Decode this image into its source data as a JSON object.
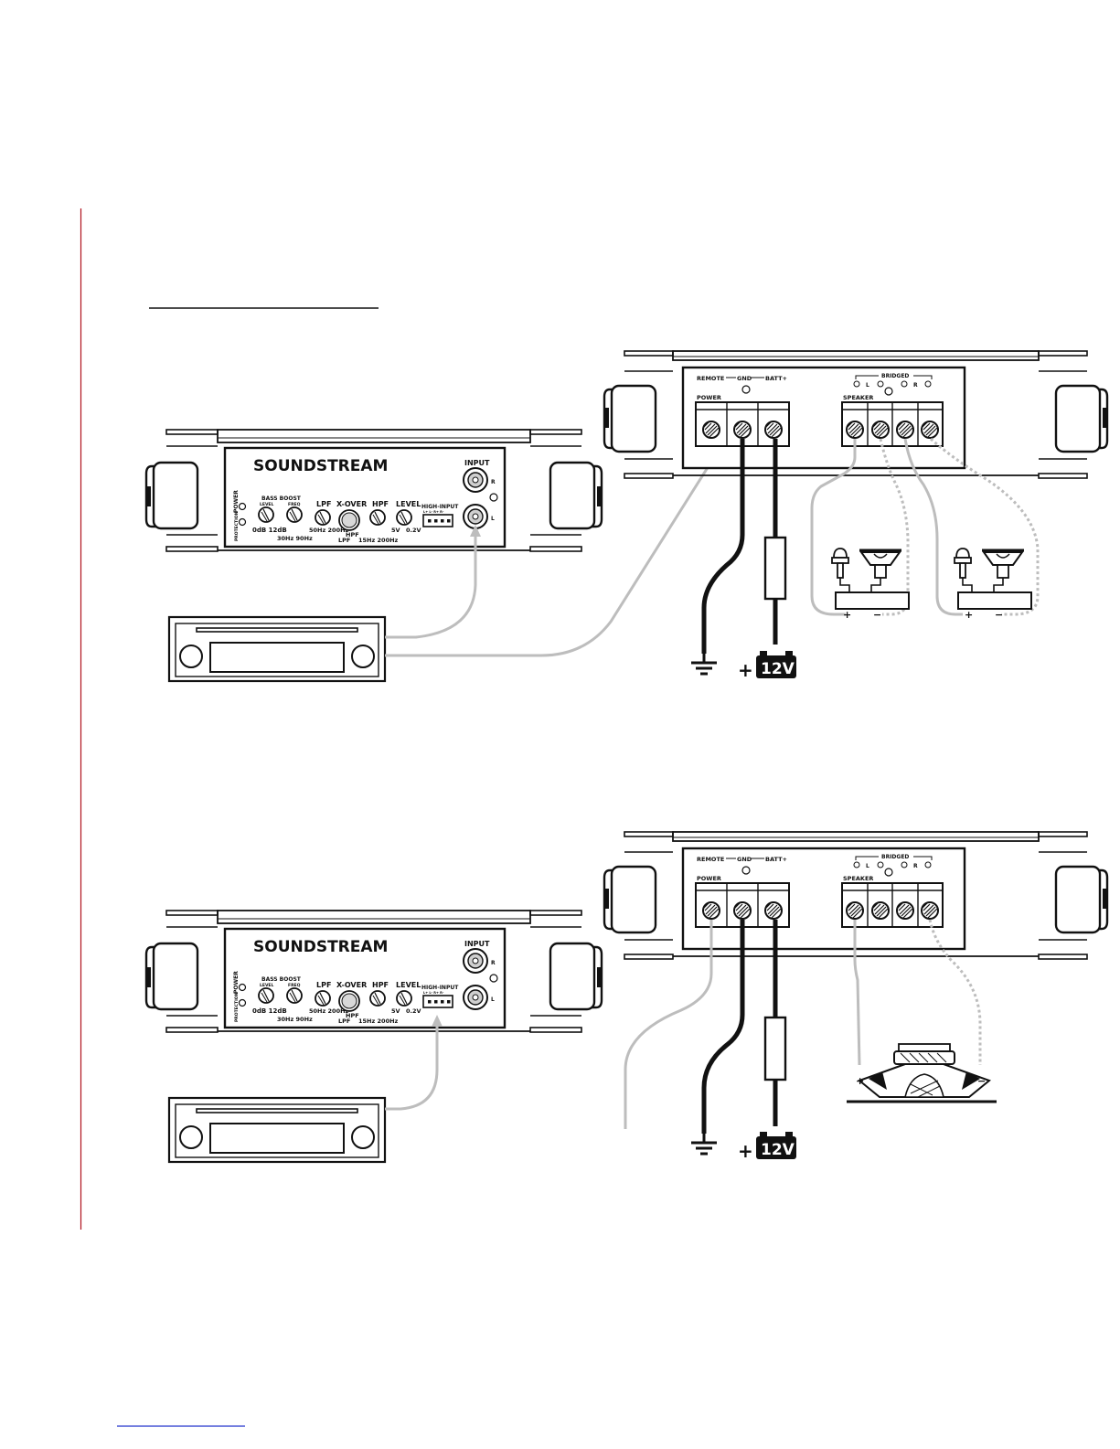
{
  "colors": {
    "accent_red": "#b0101c",
    "wire_gray": "#bdbdbd",
    "ink": "#111111",
    "fuse": "#ffffff"
  },
  "amp_front": {
    "brand": "SOUNDSTREAM",
    "power_led": "POWER",
    "protection_led": "PROTECTION",
    "bass_boost": "BASS BOOST",
    "level_small": "LEVEL",
    "freq_small": "FREQ",
    "bass_range": "0dB 12dB",
    "freq_range": "30Hz  90Hz",
    "lpf": "LPF",
    "lpf_range": "50Hz 200Hz",
    "xover": "X-OVER",
    "hpf_mode": "HPF",
    "lpf_mode": "LPF",
    "hpf": "HPF",
    "hpf_range": "15Hz 200Hz",
    "level": "LEVEL",
    "level_range_low": "5V",
    "level_range_high": "0.2V",
    "high_input": "HIGH-INPUT",
    "high_input_pins": "L+  L-  R+  R-",
    "input": "INPUT",
    "input_r": "R",
    "input_l": "L"
  },
  "amp_rear": {
    "remote": "REMOTE",
    "gnd": "GND",
    "batt": "BATT+",
    "power": "POWER",
    "bridged": "BRIDGED",
    "speaker": "SPEAKER",
    "l": "L",
    "r": "R",
    "plus": "+",
    "minus": "−"
  },
  "battery": {
    "label": "12V",
    "plus": "+"
  },
  "speaker_polarity": {
    "plus": "+",
    "minus": "−"
  }
}
